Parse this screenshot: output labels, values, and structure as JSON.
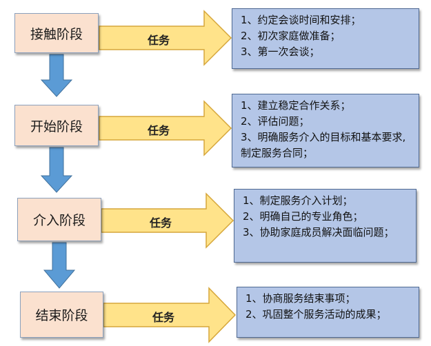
{
  "stages": [
    {
      "name": "接触阶段",
      "arrow_label": "任务",
      "tasks": [
        "1、约定会谈时间和安排；",
        "2、初次家庭做准备；",
        "3、第一次会谈；"
      ]
    },
    {
      "name": "开始阶段",
      "arrow_label": "任务",
      "tasks": [
        "1、建立稳定合作关系；",
        "2、评估问题；",
        "3、明确服务介入的目标和基本要求,制定服务合同；"
      ]
    },
    {
      "name": "介入阶段",
      "arrow_label": "任务",
      "tasks": [
        "1、制定服务介入计划；",
        "2、明确自己的专业角色；",
        "3、协助家庭成员解决面临问题；"
      ]
    },
    {
      "name": "结束阶段",
      "arrow_label": "任务",
      "tasks": [
        "1、协商服务结束事项；",
        "2、巩固整个服务活动的成果；"
      ]
    }
  ],
  "colors": {
    "stage_fill": "#fbe1cf",
    "stage_border": "#8ba0bc",
    "task_fill": "#b4c6e7",
    "task_border": "#4e6891",
    "arrow_fill": "#ffe38a",
    "arrow_border": "#d6a63a",
    "down_arrow_fill": "#5b9bd5",
    "down_arrow_border": "#41719c"
  }
}
